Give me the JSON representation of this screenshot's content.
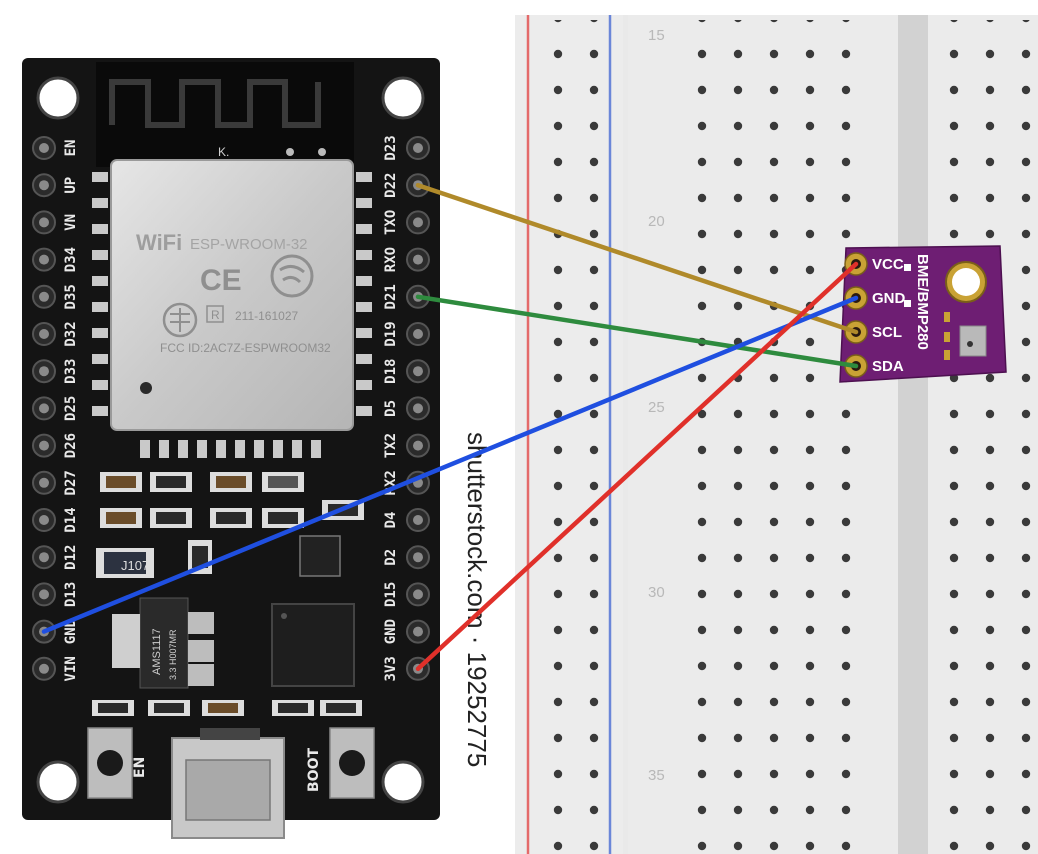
{
  "board": {
    "module_brand": "ESP-WROOM-32",
    "wifi_logo": "WiFi",
    "ce_mark": "CE",
    "cert_r": "R",
    "cert_number": "211-161027",
    "fcc_id": "FCC ID:2AC7Z-ESPWROOM32",
    "k_mark": "K.",
    "regulator_1": "AMS1117",
    "regulator_2": "3.3  H007MR",
    "component_label": "J107",
    "button_en": "EN",
    "button_boot": "BOOT",
    "left_pins": [
      "EN",
      "UP",
      "VN",
      "D34",
      "D35",
      "D32",
      "D33",
      "D25",
      "D26",
      "D27",
      "D14",
      "D12",
      "D13",
      "GND",
      "VIN"
    ],
    "right_pins": [
      "D23",
      "D22",
      "TXO",
      "RXO",
      "D21",
      "D19",
      "D18",
      "D5",
      "TX2",
      "RX2",
      "D4",
      "D2",
      "D15",
      "GND",
      "3V3"
    ]
  },
  "sensor": {
    "title": "BME/BMP280",
    "pins": [
      "VCC",
      "GND",
      "SCL",
      "SDA"
    ]
  },
  "breadboard": {
    "row_numbers": [
      "15",
      "20",
      "25",
      "30",
      "35"
    ]
  },
  "watermark": "shutterstock.com · 19252775",
  "wires": [
    {
      "from": "D22",
      "to": "SCL",
      "color": "#b08a2a"
    },
    {
      "from": "D21",
      "to": "SDA",
      "color": "#2e8b3e"
    },
    {
      "from": "GND",
      "to": "GND",
      "color": "#1f4fe0"
    },
    {
      "from": "3V3",
      "to": "VCC",
      "color": "#e0302a"
    }
  ]
}
